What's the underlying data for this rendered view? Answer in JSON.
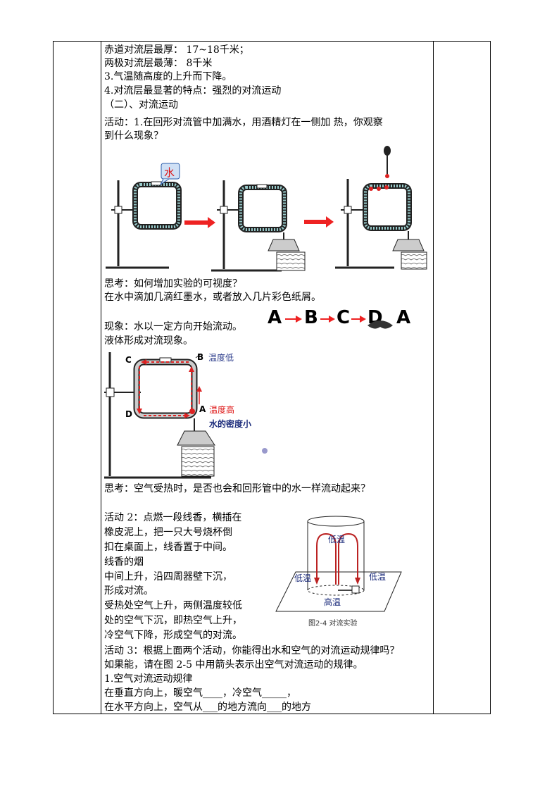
{
  "lines": [
    "赤道对流层最厚：  17~18千米；",
    "两极对流层最薄：  8千米",
    "3.气温随高度的上升而下降。",
    "4.对流层最显著的特点：强烈的对流运动",
    "（二）、对流运动",
    "活动：1.在回形对流管中加满水，用酒精灯在一侧加 热，你观察",
    "到什么现象？"
  ],
  "fig1": {
    "water_label": "水"
  },
  "think1": "思考：如何增加实验的可视度？",
  "answer1": "在水中滴加几滴红墨水，或者放入几片彩色纸屑。",
  "sequence": [
    "A",
    "B",
    "C",
    "D",
    "A"
  ],
  "phenomenon": "现象：水以一定方向开始流动。",
  "liquid": "液体形成对流现象。",
  "fig2": {
    "corner_a": "A",
    "corner_b": "B",
    "corner_c": "C",
    "corner_d": "D",
    "low_temp": "温度低",
    "high_temp": "温度高",
    "density": "水的密度小"
  },
  "think2": "思考：空气受热时，是否也会和回形管中的水一样流动起来？",
  "activity2": [
    "活动 2：点燃一段线香，横插在",
    "橡皮泥上，把一只大号烧杯倒",
    "扣在桌面上，线香置于中间。",
    "线香的烟",
    " 中间上升，沿四周器壁下沉，",
    " 形成对流。",
    "受热处空气上升，两侧温度较低",
    "处的空气下沉，即热空气上升，",
    "冷空气下降，形成空气的对流。"
  ],
  "fig3": {
    "low_top": "低温",
    "low_left": "低温",
    "low_right": "低温",
    "high": "高温",
    "caption": "图2-4   对流实验"
  },
  "activity3": [
    "活动 3：根据上面两个活动，你能得出水和空气的对流运动规律吗？",
    "如果能，请在图 2-5 中用箭头表示出空气对流运动的规律。",
    "1.空气对流运动规律",
    "在垂直方向上，暖空气____，冷空气_____，",
    "在水平方向上，空气从___的地方流向___的地方"
  ]
}
